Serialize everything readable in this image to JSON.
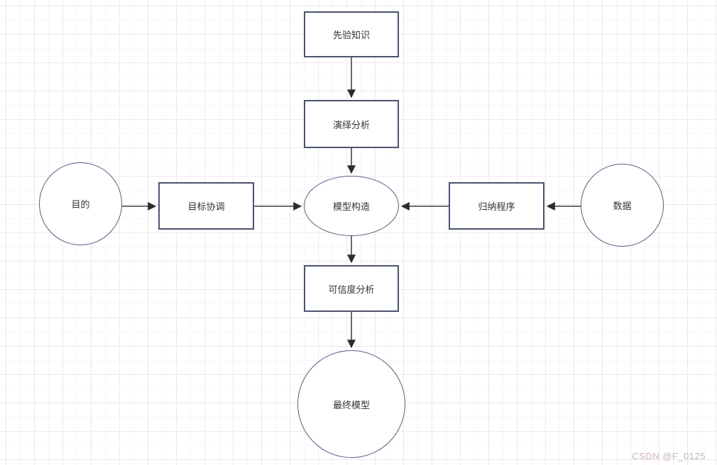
{
  "diagram": {
    "title": "model-building flowchart",
    "nodes": [
      {
        "id": "prior_knowledge",
        "label": "先验知识",
        "shape": "rectangle"
      },
      {
        "id": "deductive_analysis",
        "label": "演绎分析",
        "shape": "rectangle"
      },
      {
        "id": "purpose",
        "label": "目的",
        "shape": "circle"
      },
      {
        "id": "goal_coordination",
        "label": "目标协调",
        "shape": "rectangle"
      },
      {
        "id": "model_construction",
        "label": "模型构造",
        "shape": "ellipse"
      },
      {
        "id": "induction_procedure",
        "label": "归纳程序",
        "shape": "rectangle"
      },
      {
        "id": "data",
        "label": "数据",
        "shape": "circle"
      },
      {
        "id": "credibility_analysis",
        "label": "可信度分析",
        "shape": "rectangle"
      },
      {
        "id": "final_model",
        "label": "最终模型",
        "shape": "circle"
      }
    ],
    "edges": [
      {
        "from": "prior_knowledge",
        "to": "deductive_analysis"
      },
      {
        "from": "deductive_analysis",
        "to": "model_construction"
      },
      {
        "from": "purpose",
        "to": "goal_coordination"
      },
      {
        "from": "goal_coordination",
        "to": "model_construction"
      },
      {
        "from": "data",
        "to": "induction_procedure"
      },
      {
        "from": "induction_procedure",
        "to": "model_construction"
      },
      {
        "from": "model_construction",
        "to": "credibility_analysis"
      },
      {
        "from": "credibility_analysis",
        "to": "final_model"
      }
    ]
  },
  "colors": {
    "rect_border": "#4c5372",
    "round_border": "#565d84",
    "arrow": "#3b3b3b",
    "grid_minor": "#f6f6f6",
    "grid_major": "#eaeaea",
    "watermark": "#c8b3b8"
  },
  "watermark": {
    "text": "CSDN @F_0125"
  }
}
